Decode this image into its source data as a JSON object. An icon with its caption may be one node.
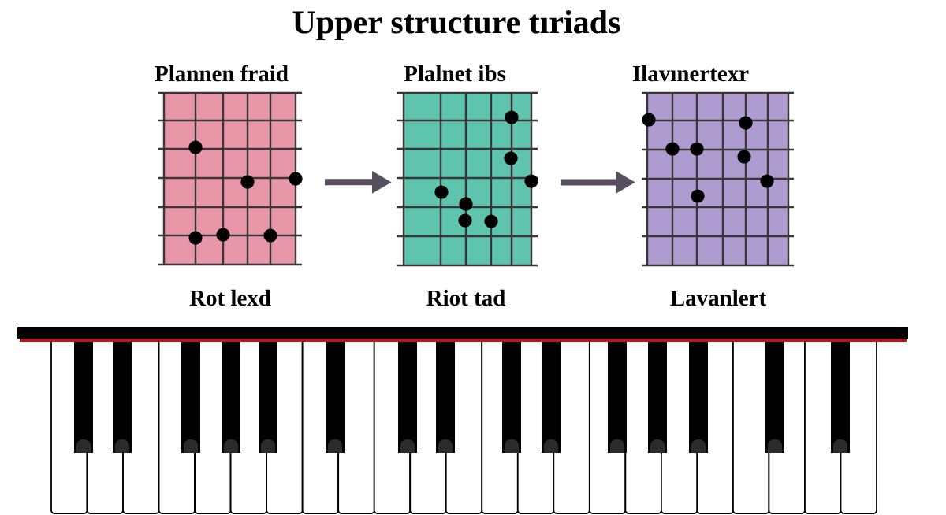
{
  "diagram": {
    "title": "Upper structure tıriads",
    "nodes": [
      {
        "text": [
          "Plannen fraid"
        ],
        "beside": [
          "Rot lexd"
        ]
      },
      {
        "text": [
          "Plalnet ibs"
        ],
        "beside": [
          "Riot tad"
        ]
      },
      {
        "text": [
          "Ilavınertexr"
        ],
        "beside": [
          "Lavanlert"
        ]
      }
    ],
    "edges": [
      {
        "from": 0,
        "to": 1,
        "arrow": "to"
      },
      {
        "from": 1,
        "to": 2,
        "arrow": "to"
      }
    ]
  }
}
